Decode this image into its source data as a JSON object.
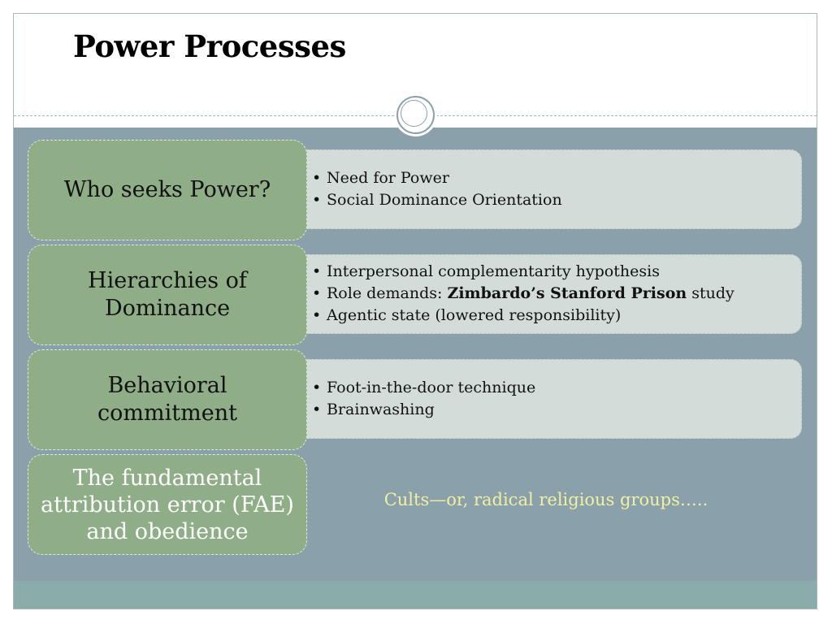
{
  "slide": {
    "title": "Power Processes",
    "rows": [
      {
        "topic": "Who seeks Power?",
        "bullets": [
          {
            "text": "Need for Power"
          },
          {
            "text": "Social Dominance Orientation"
          }
        ]
      },
      {
        "topic": "Hierarchies of Dominance",
        "bullets": [
          {
            "text": "Interpersonal complementarity hypothesis"
          },
          {
            "pre": "Role demands: ",
            "bold": "Zimbardo’s Stanford Prison",
            "post": " study"
          },
          {
            "text": "Agentic state (lowered responsibility)"
          }
        ]
      },
      {
        "topic": "Behavioral commitment",
        "bullets": [
          {
            "text": "Foot-in-the-door technique"
          },
          {
            "text": "Brainwashing"
          }
        ]
      },
      {
        "topic": "The fundamental attribution error (FAE) and obedience",
        "note": "Cults—or, radical religious groups….."
      }
    ]
  },
  "colors": {
    "panel": "#8aa0ab",
    "topic_box": "#8fae87",
    "detail_box": "#d3dcd8",
    "bottom_band": "#8aacab",
    "note_text": "#f2f0a0"
  }
}
